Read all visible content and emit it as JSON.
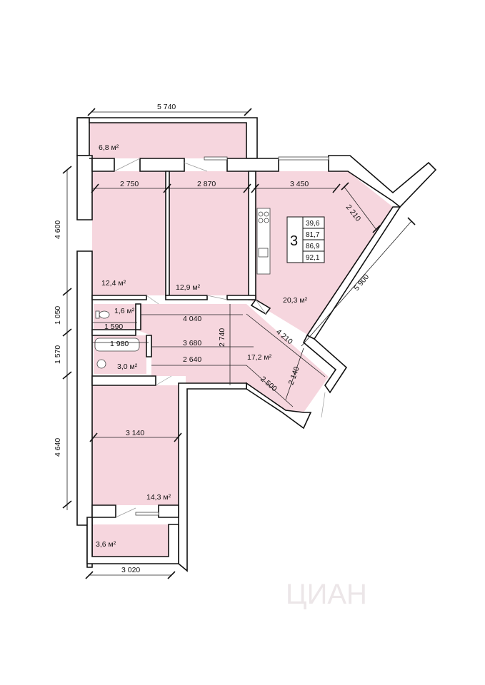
{
  "apartment": {
    "rooms_count": "3",
    "areas": [
      "39,6",
      "81,7",
      "86,9",
      "92,1"
    ]
  },
  "rooms": {
    "balcony_top": "6,8 м²",
    "bedroom_1": "12,4 м²",
    "bedroom_2": "12,9 м²",
    "kitchen_living": "20,3 м²",
    "toilet": "1,6 м²",
    "bathroom": "3,0 м²",
    "hall": "17,2 м²",
    "bedroom_3": "14,3 м²",
    "balcony_bottom": "3,6 м²"
  },
  "dimensions": {
    "top_width": "5 740",
    "bottom_width": "3 020",
    "bedroom_1_width": "2 750",
    "bedroom_2_width": "2 870",
    "kitchen_width": "3 450",
    "kitchen_diag": "2 210",
    "right_wall": "5 900",
    "left_1": "4 600",
    "left_2": "1 050",
    "left_3": "1 570",
    "left_4": "4 640",
    "hall_width": "4 040",
    "toilet_width": "1 590",
    "bath_width": "1 980",
    "corridor_width": "3 680",
    "corridor_lower": "2 640",
    "hall_height": "2 740",
    "hall_diag": "4 210",
    "hall_short": "2 140",
    "hall_bottom": "2 500",
    "bedroom_3_width": "3 140"
  },
  "watermark": "ЦИАН"
}
